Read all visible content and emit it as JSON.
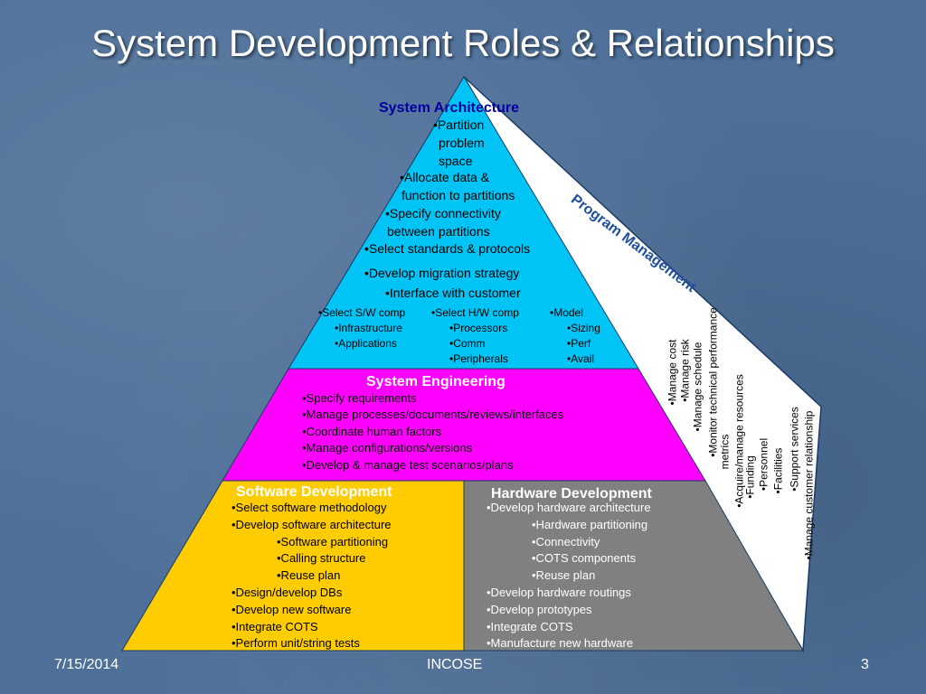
{
  "slide": {
    "title": "System Development Roles & Relationships"
  },
  "colors": {
    "architecture": "#00c4f5",
    "engineering": "#ff00ff",
    "software": "#ffcc00",
    "hardware": "#808080",
    "program_management": "#ffffff"
  },
  "architecture": {
    "title": "System Architecture",
    "items": [
      "•Partition",
      "problem",
      "space",
      "•Allocate data &",
      "function to partitions",
      "•Specify connectivity",
      "between partitions",
      "•Select standards & protocols",
      "•Develop migration strategy",
      "•Interface with customer"
    ],
    "columns": [
      {
        "header": "•Select S/W comp",
        "items": [
          "•Infrastructure",
          "•Applications"
        ]
      },
      {
        "header": "•Select H/W comp",
        "items": [
          "•Processors",
          "•Comm",
          "•Peripherals"
        ]
      },
      {
        "header": "•Model",
        "items": [
          "•Sizing",
          "•Perf",
          "•Avail"
        ]
      }
    ]
  },
  "engineering": {
    "title": "System Engineering",
    "items": [
      "•Specify requirements",
      "•Manage processes/documents/reviews/interfaces",
      "•Coordinate human factors",
      "•Manage configurations/versions",
      "•Develop & manage test scenarios/plans"
    ]
  },
  "software": {
    "title": "Software Development",
    "items": [
      "•Select software methodology",
      "•Develop software architecture",
      "•Software partitioning",
      "•Calling structure",
      "•Reuse plan",
      "•Design/develop DBs",
      "•Develop new  software",
      "•Integrate COTS",
      "•Perform unit/string tests"
    ]
  },
  "hardware": {
    "title": "Hardware Development",
    "items": [
      "•Develop hardware architecture",
      "•Hardware partitioning",
      "•Connectivity",
      "•COTS components",
      "•Reuse plan",
      "•Develop hardware routings",
      "•Develop prototypes",
      "•Integrate COTS",
      "•Manufacture new hardware"
    ]
  },
  "program_management": {
    "title": "Program Management",
    "items": [
      "•Manage cost",
      "•Manage risk",
      "•Manage schedule",
      "•Monitor technical performance",
      "metrics",
      "•Acquire/manage resources",
      "•Funding",
      "•Personnel",
      "•Facilities",
      "•Support services",
      "•Manage customer relationship"
    ]
  },
  "footer": {
    "date": "7/15/2014",
    "org": "INCOSE",
    "page": "3"
  }
}
